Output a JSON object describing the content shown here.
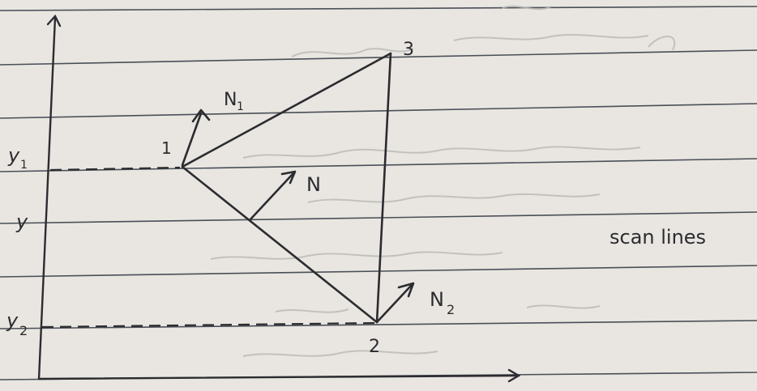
{
  "colors": {
    "paper": "#e9e6e1",
    "ruled_line": "#4a4f57",
    "ink": "#2b2c30",
    "bleed_through": "#b9b8b4"
  },
  "labels": {
    "vertex_1": "1",
    "vertex_2": "2",
    "vertex_3": "3",
    "normal_1": "N",
    "normal_1_sub": "1",
    "normal_mid": "N",
    "normal_2": "N",
    "normal_2_sub": "2",
    "y1": "y",
    "y1_sub": "1",
    "y": "y",
    "y2": "y",
    "y2_sub": "2",
    "scan_lines": "scan lines"
  }
}
